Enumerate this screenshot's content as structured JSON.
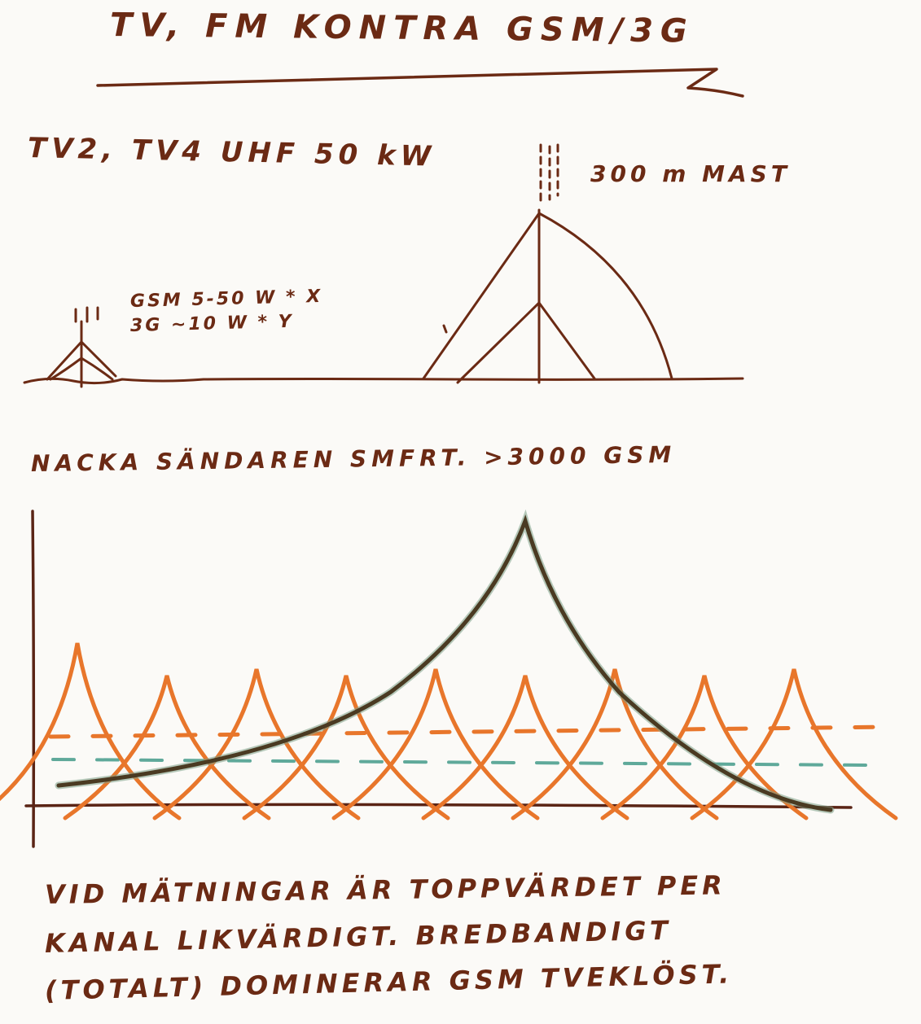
{
  "title": "TV, FM KONTRA GSM/3G",
  "broadcast": {
    "label": "TV2, TV4 UHF 50 kW",
    "mast_label": "300 m MAST"
  },
  "cell": {
    "gsm_label": "GSM 5-50 W * X",
    "threeg_label": "3G ~10 W * Y"
  },
  "nacka_label": "NACKA SÄNDAREN SMFRT. >3000 GSM",
  "note_lines": [
    "VID MÄTNINGAR ÄR TOPPVÄRDET PER",
    "KANAL LIKVÄRDIGT. BREDBANDIGT",
    "(TOTALT) DOMINERAR GSM TVEKLÖST."
  ],
  "colors": {
    "ink": "#6b2a14",
    "gsm_curve": "#e8762b",
    "tv_curve": "#4a3a22",
    "tv_curve_glow": "#7c9f86",
    "dashed_teal": "#5fa99a"
  },
  "chart_data": {
    "type": "line",
    "note": "qualitative sketch, no numeric axes",
    "series": [
      {
        "name": "",
        "shape": "single broad peak",
        "peak_x": 0.58
      },
      {
        "name": "",
        "shape": "repeating narrow peaks",
        "peak_count": 9
      }
    ]
  }
}
